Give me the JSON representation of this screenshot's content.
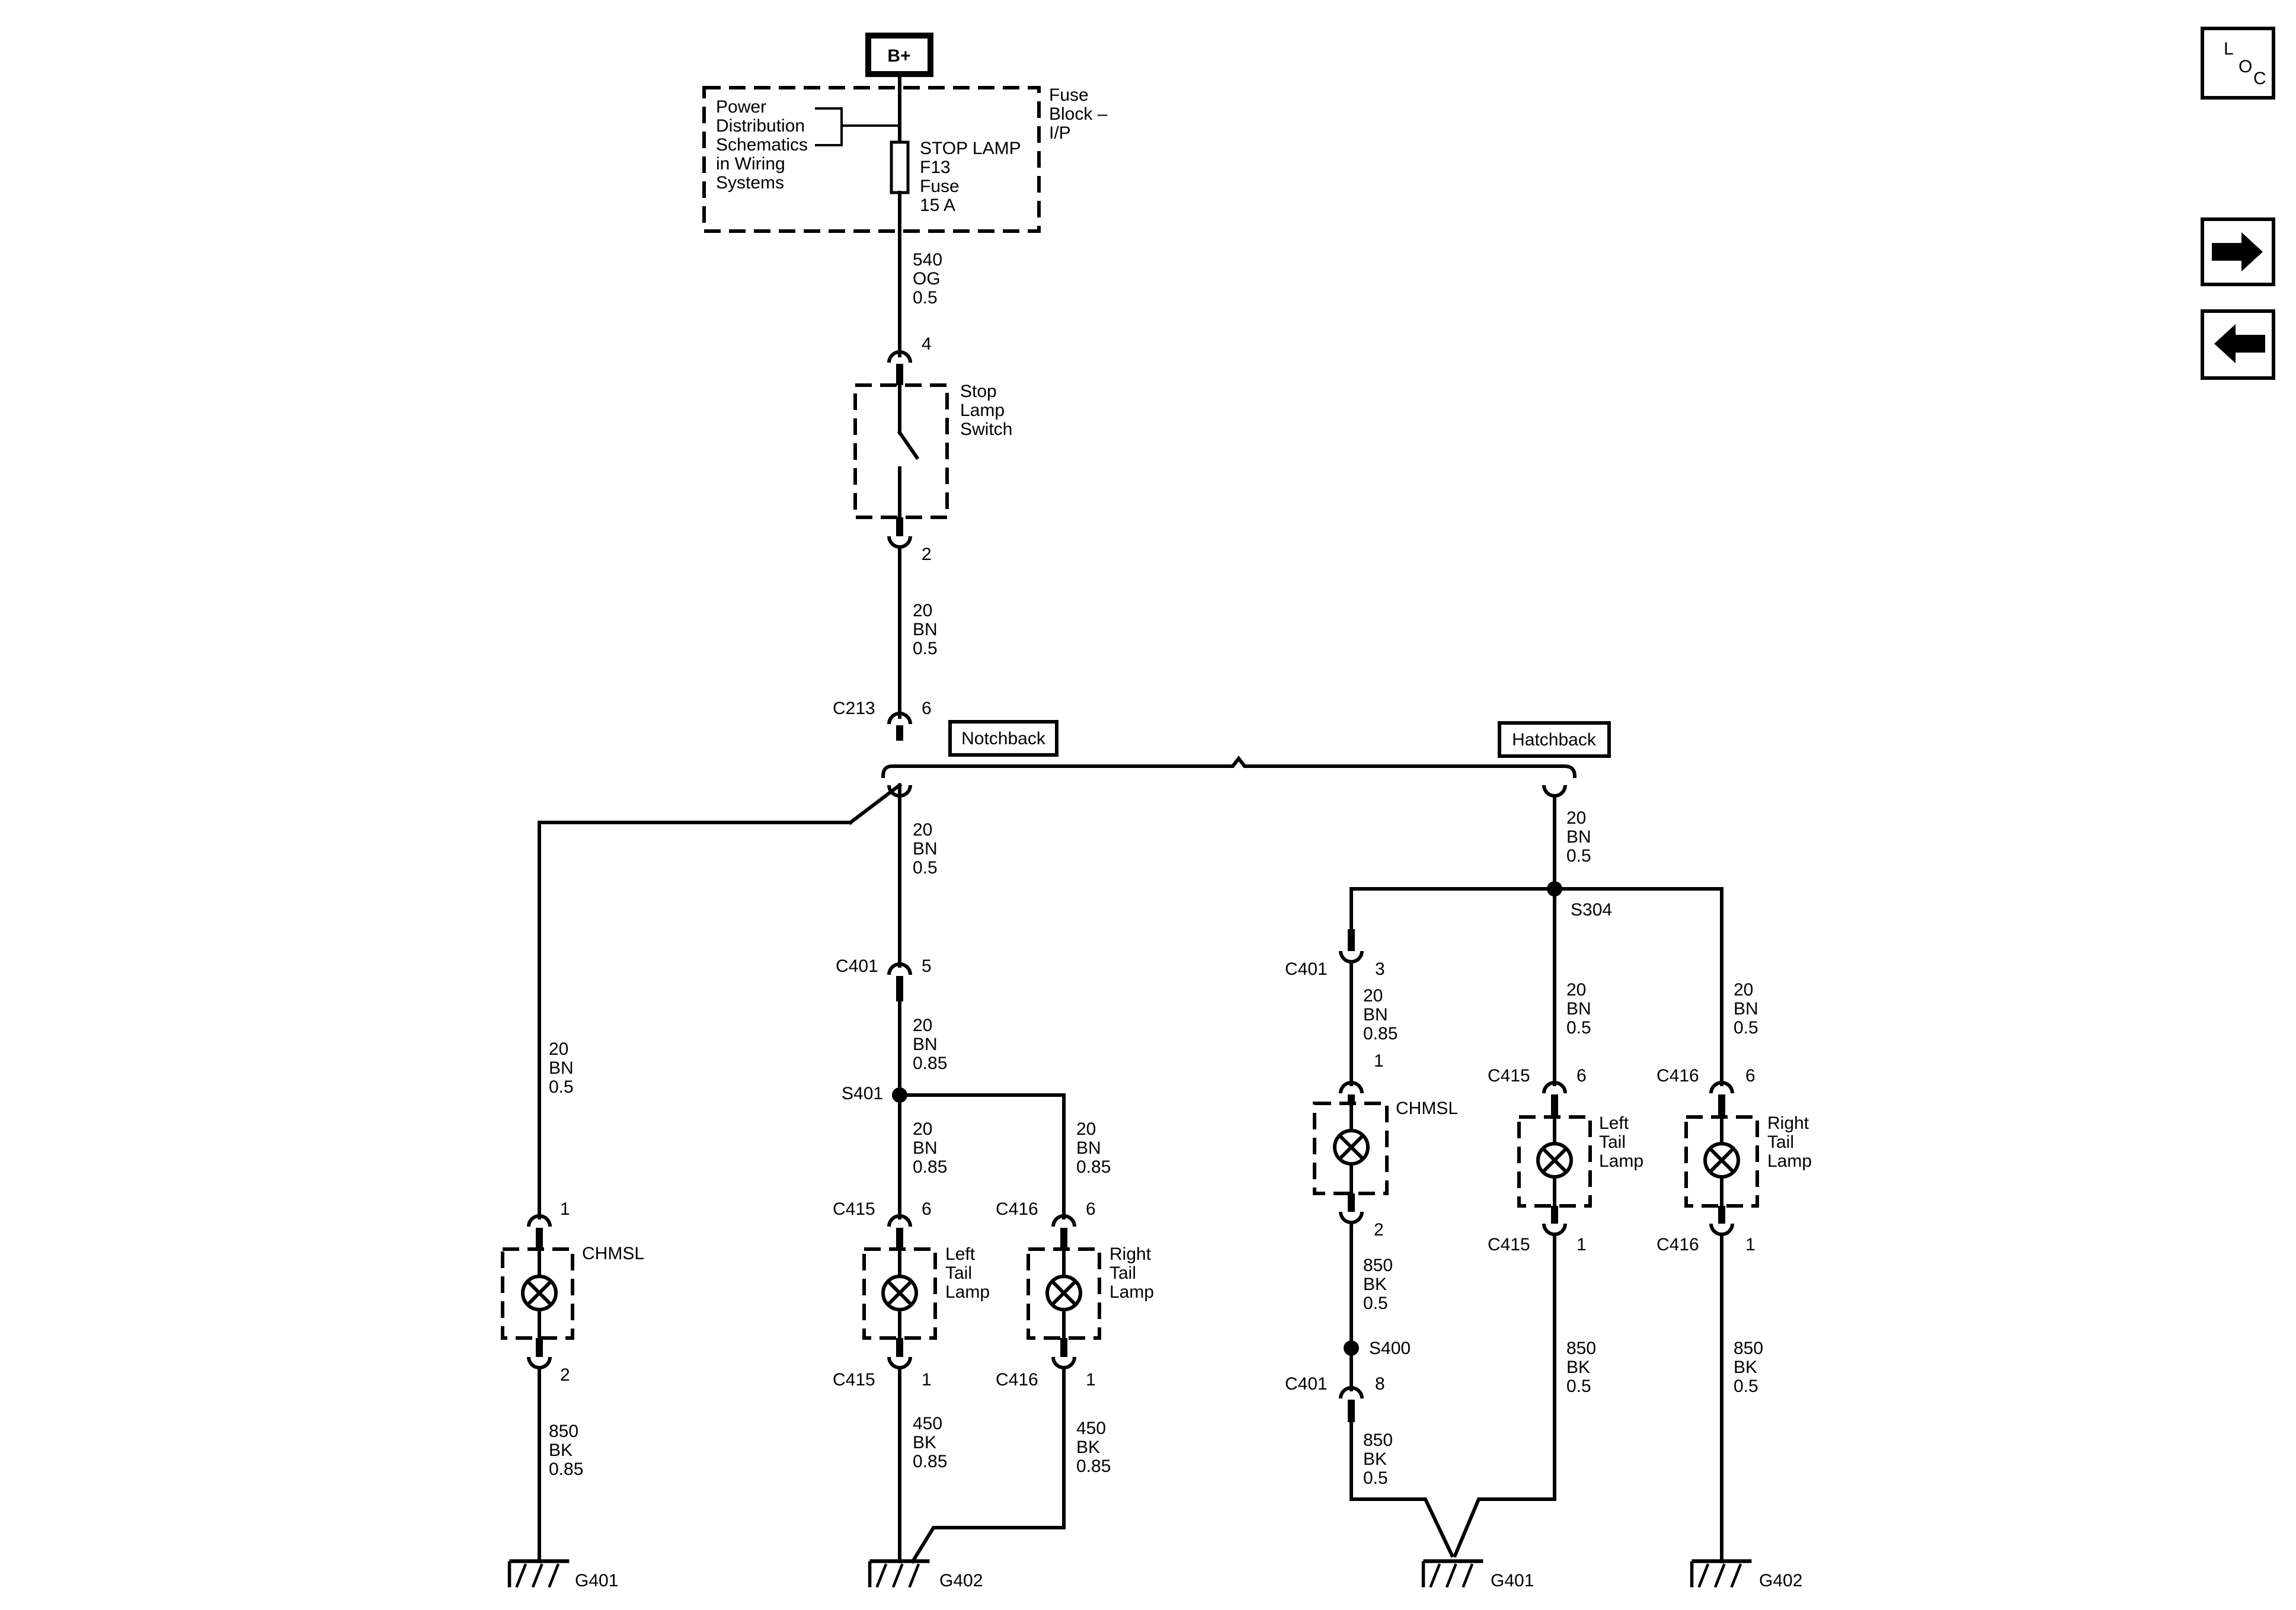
{
  "nav": {
    "loc": [
      "L",
      "O",
      "C"
    ],
    "next_icon": "arrow-right-icon",
    "prev_icon": "arrow-left-icon"
  },
  "power": {
    "source": "B+",
    "fuse_block": [
      "Fuse",
      "Block –",
      "I/P"
    ],
    "pds_note": [
      "Power",
      "Distribution",
      "Schematics",
      "in Wiring",
      "Systems"
    ],
    "fuse": [
      "STOP LAMP",
      "F13",
      "Fuse",
      "15 A"
    ]
  },
  "main": {
    "w540": [
      "540",
      "OG",
      "0.5"
    ],
    "switch_pin_in": "4",
    "switch": [
      "Stop",
      "Lamp",
      "Switch"
    ],
    "switch_pin_out": "2",
    "w20": [
      "20",
      "BN",
      "0.5"
    ],
    "c213_name": "C213",
    "c213_pin": "6",
    "notchback": "Notchback",
    "hatchback": "Hatchback"
  },
  "notchback": {
    "chmsl_wire": [
      "20",
      "BN",
      "0.5"
    ],
    "chmsl_pin_top": "1",
    "chmsl_label": "CHMSL",
    "chmsl_pin_bot": "2",
    "chmsl_gnd_wire": [
      "850",
      "BK",
      "0.85"
    ],
    "g401": "G401",
    "trunk_wire": [
      "20",
      "BN",
      "0.5"
    ],
    "c401_name": "C401",
    "c401_pin": "5",
    "c401_wire": [
      "20",
      "BN",
      "0.85"
    ],
    "s401": "S401",
    "lt_wire": [
      "20",
      "BN",
      "0.85"
    ],
    "rt_wire": [
      "20",
      "BN",
      "0.85"
    ],
    "c415_top": "C415",
    "c415_top_pin": "6",
    "c416_top": "C416",
    "c416_top_pin": "6",
    "left_tail": [
      "Left",
      "Tail",
      "Lamp"
    ],
    "right_tail": [
      "Right",
      "Tail",
      "Lamp"
    ],
    "c415_bot": "C415",
    "c415_bot_pin": "1",
    "c416_bot": "C416",
    "c416_bot_pin": "1",
    "lt_gnd_wire": [
      "450",
      "BK",
      "0.85"
    ],
    "rt_gnd_wire": [
      "450",
      "BK",
      "0.85"
    ],
    "g402": "G402"
  },
  "hatchback": {
    "trunk_wire": [
      "20",
      "BN",
      "0.5"
    ],
    "s304": "S304",
    "c401_name": "C401",
    "c401_pin": "3",
    "chmsl_wire": [
      "20",
      "BN",
      "0.85"
    ],
    "chmsl_pin_top": "1",
    "chmsl_label": "CHMSL",
    "chmsl_pin_bot": "2",
    "chmsl_gnd_wire": [
      "850",
      "BK",
      "0.5"
    ],
    "s400": "S400",
    "c401b_name": "C401",
    "c401b_pin": "8",
    "s400_gnd_wire": [
      "850",
      "BK",
      "0.5"
    ],
    "lt_wire": [
      "20",
      "BN",
      "0.5"
    ],
    "rt_wire": [
      "20",
      "BN",
      "0.5"
    ],
    "c415_top": "C415",
    "c415_top_pin": "6",
    "c416_top": "C416",
    "c416_top_pin": "6",
    "left_tail": [
      "Left",
      "Tail",
      "Lamp"
    ],
    "right_tail": [
      "Right",
      "Tail",
      "Lamp"
    ],
    "c415_bot": "C415",
    "c415_bot_pin": "1",
    "c416_bot": "C416",
    "c416_bot_pin": "1",
    "lt_gnd_wire": [
      "850",
      "BK",
      "0.5"
    ],
    "rt_gnd_wire": [
      "850",
      "BK",
      "0.5"
    ],
    "g401": "G401",
    "g402": "G402"
  }
}
